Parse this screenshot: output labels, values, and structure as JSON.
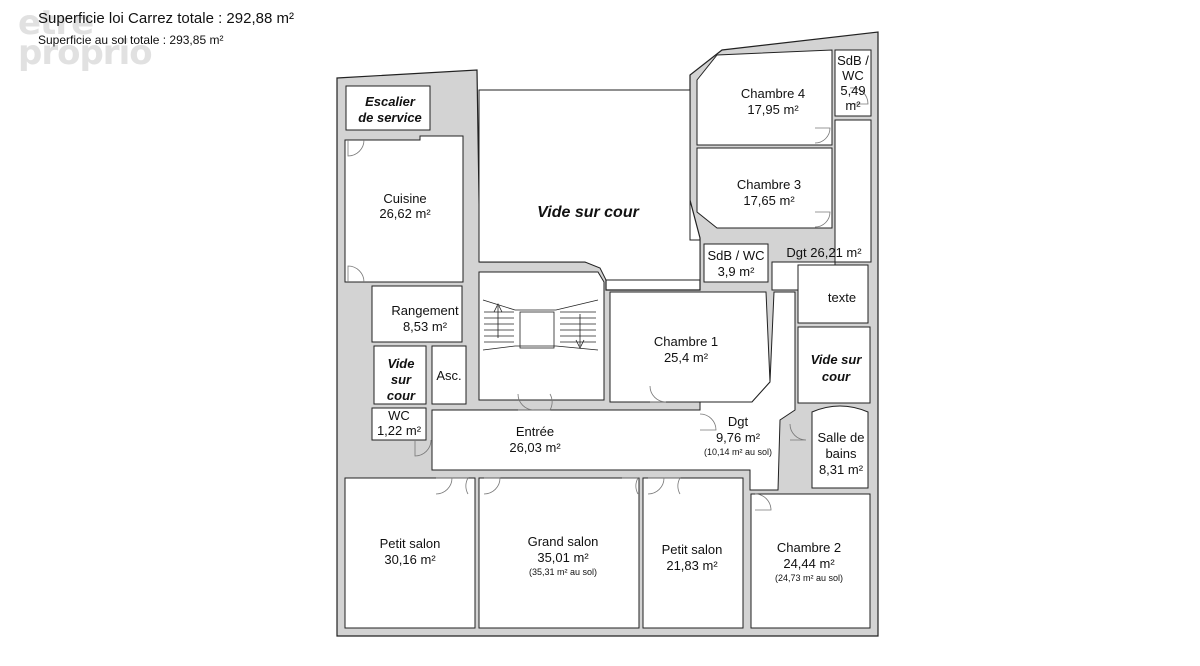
{
  "header": {
    "carrez_total": "Superficie loi Carrez totale :  292,88 m²",
    "sol_total": "Superficie au sol totale :  293,85 m²"
  },
  "watermark": {
    "line1": "etre",
    "line2": "proprio"
  },
  "colors": {
    "wall": "#d3d3d3",
    "stroke": "#222222",
    "room_fill": "#ffffff"
  },
  "rooms": {
    "escalier": [
      "Escalier",
      "de service"
    ],
    "cuisine": [
      "Cuisine",
      "26,62 m²"
    ],
    "vide_cour_main": "Vide sur cour",
    "chambre4": [
      "Chambre 4",
      "17,95 m²"
    ],
    "sdb_wc_top": [
      "SdB /",
      "WC",
      "5,49",
      "m²"
    ],
    "chambre3": [
      "Chambre 3",
      "17,65 m²"
    ],
    "sdb_wc_mid": [
      "SdB / WC",
      "3,9 m²"
    ],
    "dgt_right": "Dgt 26,21 m²",
    "texte": "texte",
    "vide_cour_right": [
      "Vide sur",
      "cour"
    ],
    "rangement": [
      "Rangement",
      "8,53 m²"
    ],
    "chambre1": [
      "Chambre 1",
      "25,4 m²"
    ],
    "vide_cour_left": [
      "Vide",
      "sur",
      "cour"
    ],
    "asc": "Asc.",
    "wc": [
      "WC",
      "1,22 m²"
    ],
    "entree": [
      "Entrée",
      "26,03 m²"
    ],
    "dgt_mid": [
      "Dgt",
      "9,76 m²",
      "(10,14 m² au sol)"
    ],
    "salle_bains": [
      "Salle de",
      "bains",
      "8,31 m²"
    ],
    "petit_salon_left": [
      "Petit salon",
      "30,16 m²"
    ],
    "grand_salon": [
      "Grand salon",
      "35,01 m²",
      "(35,31 m² au sol)"
    ],
    "petit_salon_right": [
      "Petit salon",
      "21,83 m²"
    ],
    "chambre2": [
      "Chambre 2",
      "24,44 m²",
      "(24,73 m² au sol)"
    ]
  }
}
